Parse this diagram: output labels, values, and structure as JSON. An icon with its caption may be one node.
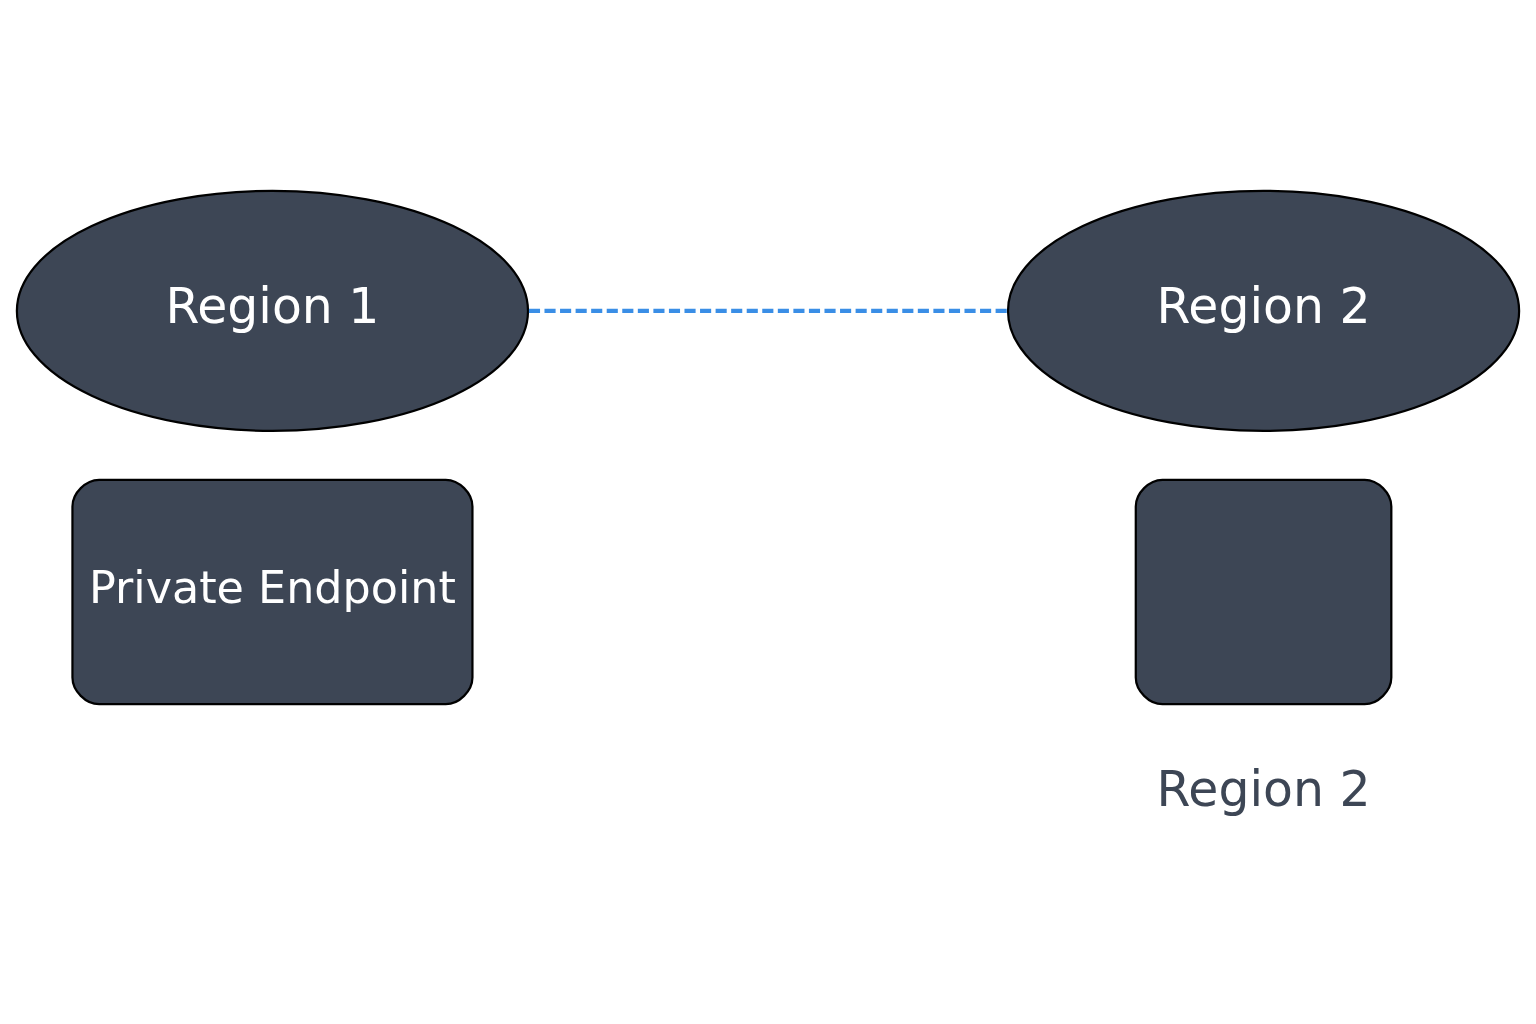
{
  "diagram": {
    "nodes": [
      {
        "text": [
          "Region 1"
        ]
      },
      {
        "text": [
          "Private Endpoint"
        ]
      },
      {
        "text": [
          "Region 2"
        ]
      },
      {
        "text": [],
        "shape": "box",
        "beside": [
          "Region 2"
        ]
      }
    ],
    "edges": [
      {
        "from": 0,
        "to": 2,
        "arrow": "none",
        "style": "dashed",
        "color": "#3a8ee6"
      }
    ]
  }
}
